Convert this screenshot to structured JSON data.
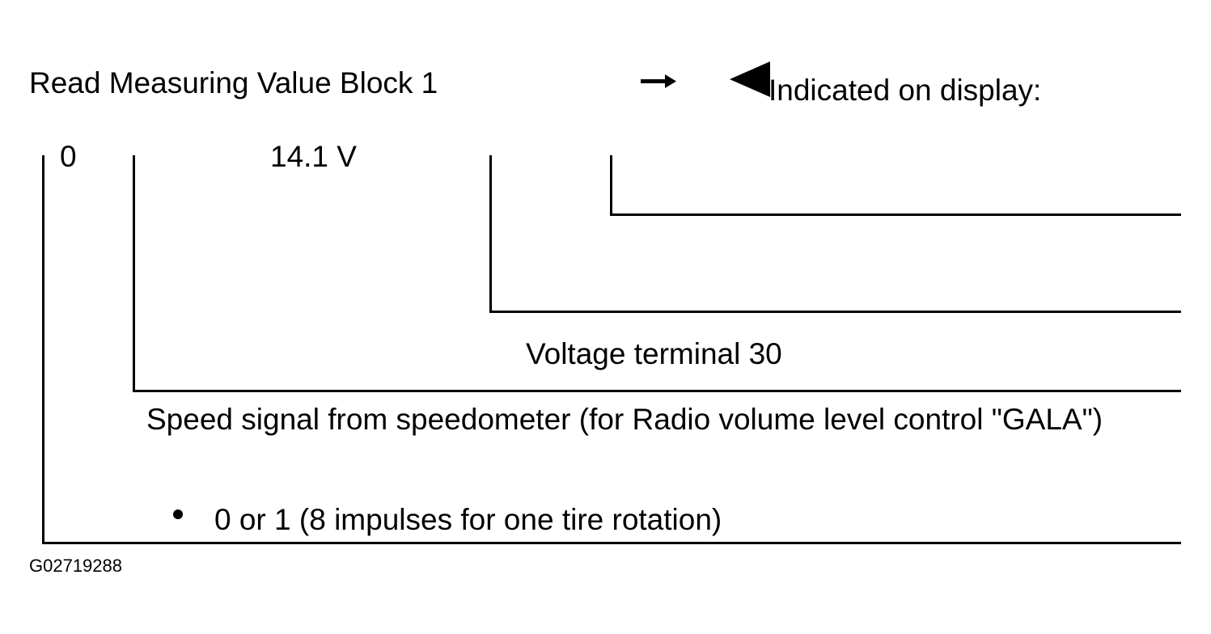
{
  "header": {
    "title": "Read Measuring Value Block 1",
    "arrow_icon": "arrow-right-icon",
    "pointer_icon": "triangle-left-icon",
    "indicated_label": "Indicated on display:"
  },
  "display_values": {
    "field_1": "0",
    "field_2": "14.1 V"
  },
  "descriptions": {
    "field_3": "Voltage terminal 30",
    "field_2": "Speed signal from speedometer (for Radio volume level control \"GALA\")",
    "field_1": "0 or 1 (8 impulses for one tire rotation)",
    "bullet_icon": "bullet-icon"
  },
  "figure_id": "G02719288"
}
